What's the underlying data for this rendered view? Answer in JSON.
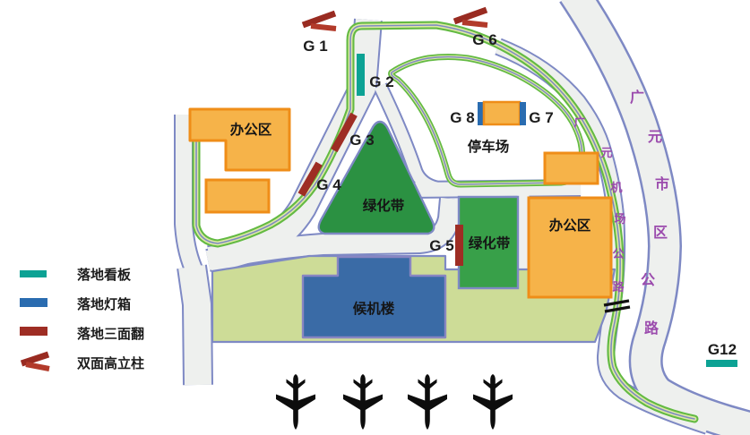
{
  "title": "airport-advertising-location-map",
  "legend": {
    "items": [
      {
        "label": "落地看板",
        "icon": "teal-bar-icon",
        "color": "#0ca294"
      },
      {
        "label": "落地灯箱",
        "icon": "blue-bar-icon",
        "color": "#2a6cb0"
      },
      {
        "label": "落地三面翻",
        "icon": "red-bar-icon",
        "color": "#9e2d24"
      },
      {
        "label": "双面高立柱",
        "icon": "red-chevron-icon",
        "color": "#9e2d24"
      }
    ]
  },
  "zones": {
    "office_left": "办公区",
    "office_right": "办公区",
    "parking": "停车场",
    "green_triangle": "绿化带",
    "green_rect": "绿化带",
    "terminal": "候机楼"
  },
  "signs": {
    "g1": "G 1",
    "g2": "G 2",
    "g3": "G 3",
    "g4": "G 4",
    "g5": "G 5",
    "g6": "G 6",
    "g7": "G 7",
    "g8": "G 8",
    "g12": "G12"
  },
  "roads": {
    "airport_road": {
      "name": "广元机场公路",
      "chars": [
        "广",
        "元",
        "机",
        "场",
        "公",
        "路"
      ]
    },
    "city_road": {
      "name": "广元市区公路",
      "chars": [
        "广",
        "元",
        "市",
        "区",
        "公",
        "路"
      ]
    }
  },
  "apron_planes": 4,
  "colors": {
    "board_teal": "#0ca294",
    "lightbox_blue": "#2a6cb0",
    "triflip_red": "#9e2d24",
    "building_orange": "#f6b349",
    "building_border": "#ef8d18",
    "terminal_blue": "#3a6ba6",
    "green_dark": "#2b9142",
    "green_mid": "#38a049",
    "apron_green": "#cddc97",
    "road_line_blue": "#7e89c4",
    "strip_green": "#63ba43",
    "road_text_purple": "#9b4bad"
  }
}
